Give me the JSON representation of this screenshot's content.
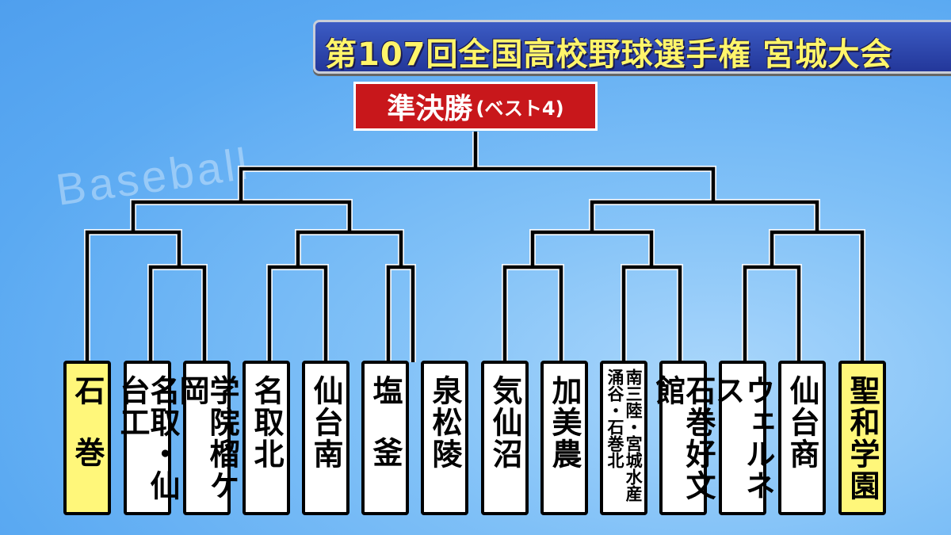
{
  "watermark": "Baseball",
  "title": "第107回全国高校野球選手権 宮城大会",
  "round": {
    "main": "準決勝",
    "sub": "(ベスト4)"
  },
  "teams": [
    {
      "name": "石巻",
      "highlight": true
    },
    {
      "name": "名取・仙台工",
      "highlight": false
    },
    {
      "name": "学院榴ケ岡",
      "highlight": false
    },
    {
      "name": "名取北",
      "highlight": false
    },
    {
      "name": "仙台南",
      "highlight": false
    },
    {
      "name": "塩釜",
      "highlight": false
    },
    {
      "name": "泉松陵",
      "highlight": false
    },
    {
      "name": "気仙沼",
      "highlight": false
    },
    {
      "name": "加美農",
      "highlight": false
    },
    {
      "name": "南三陸・宮城水産 涌谷・石巻北",
      "highlight": false
    },
    {
      "name": "石巻好文館",
      "highlight": false
    },
    {
      "name": "ウェルネス",
      "highlight": false
    },
    {
      "name": "仙台商",
      "highlight": false
    },
    {
      "name": "聖和学園",
      "highlight": true
    }
  ],
  "colors": {
    "highlight": "#fff77a",
    "round_bg": "#c8171b",
    "title_text": "#fff56a",
    "title_bg": "#23379a"
  }
}
